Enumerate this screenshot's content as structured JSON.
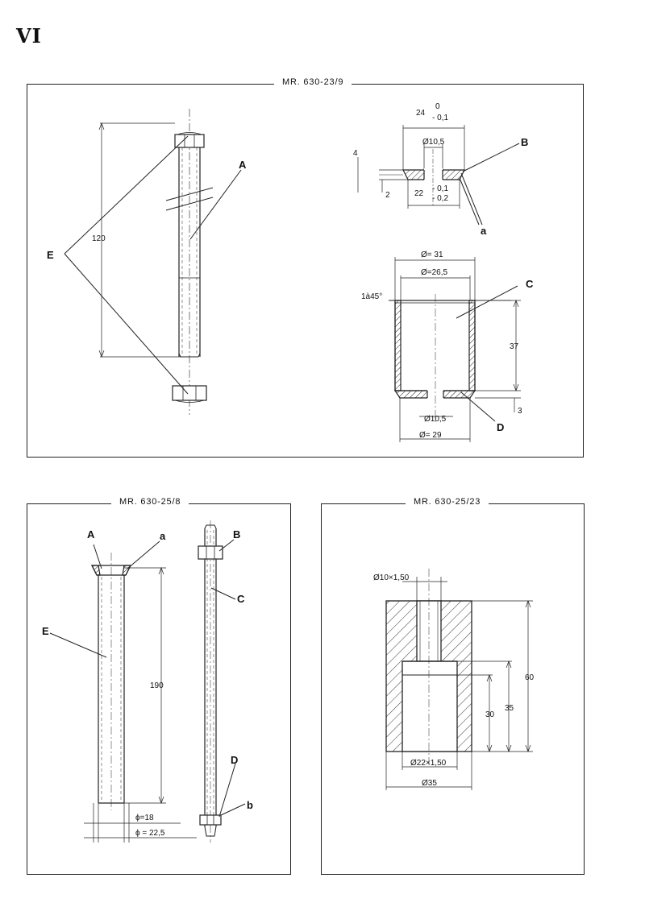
{
  "page": {
    "title": "VI"
  },
  "panels": [
    {
      "title": "MR. 630-23/9",
      "labels": {
        "A": "A",
        "B": "B",
        "C": "C",
        "D": "D",
        "E": "E",
        "a": "a"
      },
      "dims": {
        "length": "120",
        "top_width": "24",
        "top_tol_upper": "0",
        "top_tol_lower": "- 0,1",
        "hole_small": "Ø10,5",
        "bot_width": "22",
        "bot_tol_upper": "- 0,1",
        "bot_tol_lower": "- 0,2",
        "height_4": "4",
        "height_2": "2",
        "outer_dia": "Ø= 31",
        "inner_dia": "Ø=26,5",
        "chamfer": "1à45°",
        "height_37": "37",
        "base_hole": "Ø10,5",
        "base_dia": "Ø= 29",
        "base_thk": "3"
      }
    },
    {
      "title": "MR. 630-25/8",
      "labels": {
        "A": "A",
        "a": "a",
        "B": "B",
        "C": "C",
        "D": "D",
        "E": "E",
        "b": "b"
      },
      "dims": {
        "length": "190",
        "inner_dia": "ϕ=18",
        "outer_dia": "ϕ = 22,5"
      }
    },
    {
      "title": "MR. 630-25/23",
      "dims": {
        "thread_top": "Ø10×1,50",
        "thread_bottom": "Ø22×1,50",
        "outer_dia": "Ø35",
        "height_60": "60",
        "height_35": "35",
        "height_30": "30"
      }
    }
  ]
}
